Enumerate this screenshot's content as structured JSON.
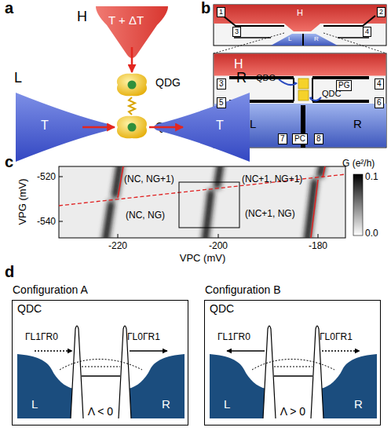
{
  "diagram": {
    "nodes": [
      {
        "text": [
          "H",
          "T + ΔT"
        ]
      },
      {
        "text": [
          "QDG"
        ]
      },
      {
        "text": [
          "QDC"
        ]
      },
      {
        "text": [
          "L",
          "T"
        ]
      },
      {
        "text": [
          "R",
          "T"
        ]
      },
      {
        "text": [
          "Configuration A",
          "QDC",
          "ΓL1ΓR0",
          "ΓL0ΓR1",
          "L",
          "R",
          "Λ < 0"
        ]
      },
      {
        "text": [
          "Configuration B",
          "QDC",
          "ΓL1ΓR0",
          "ΓL0ΓR1",
          "L",
          "R",
          "Λ > 0"
        ]
      }
    ],
    "edges": [
      {
        "from": 0,
        "to": 1,
        "arrow": "to"
      },
      {
        "from": 3,
        "to": 2,
        "arrow": "to"
      },
      {
        "from": 2,
        "to": 4,
        "arrow": "to"
      },
      {
        "from": 1,
        "to": 2,
        "arrow": "none"
      }
    ],
    "labels": [
      "a",
      "b",
      "1",
      "2",
      "H",
      "3",
      "4",
      "L",
      "R",
      "3",
      "H",
      "4",
      "QDG",
      "PG",
      "5",
      "QDC",
      "6",
      "L",
      "R",
      "7",
      "PC",
      "8",
      "c",
      "VPG (mV)",
      "-520",
      "-540",
      "-220",
      "-200",
      "-180",
      "VPC (mV)",
      "G (e²/h)",
      "0.1",
      "0.0",
      "(NC, NG+1)",
      "(NC+1, NG+1)",
      "(NC, NG)",
      "(NC+1, NG)",
      "d"
    ]
  }
}
